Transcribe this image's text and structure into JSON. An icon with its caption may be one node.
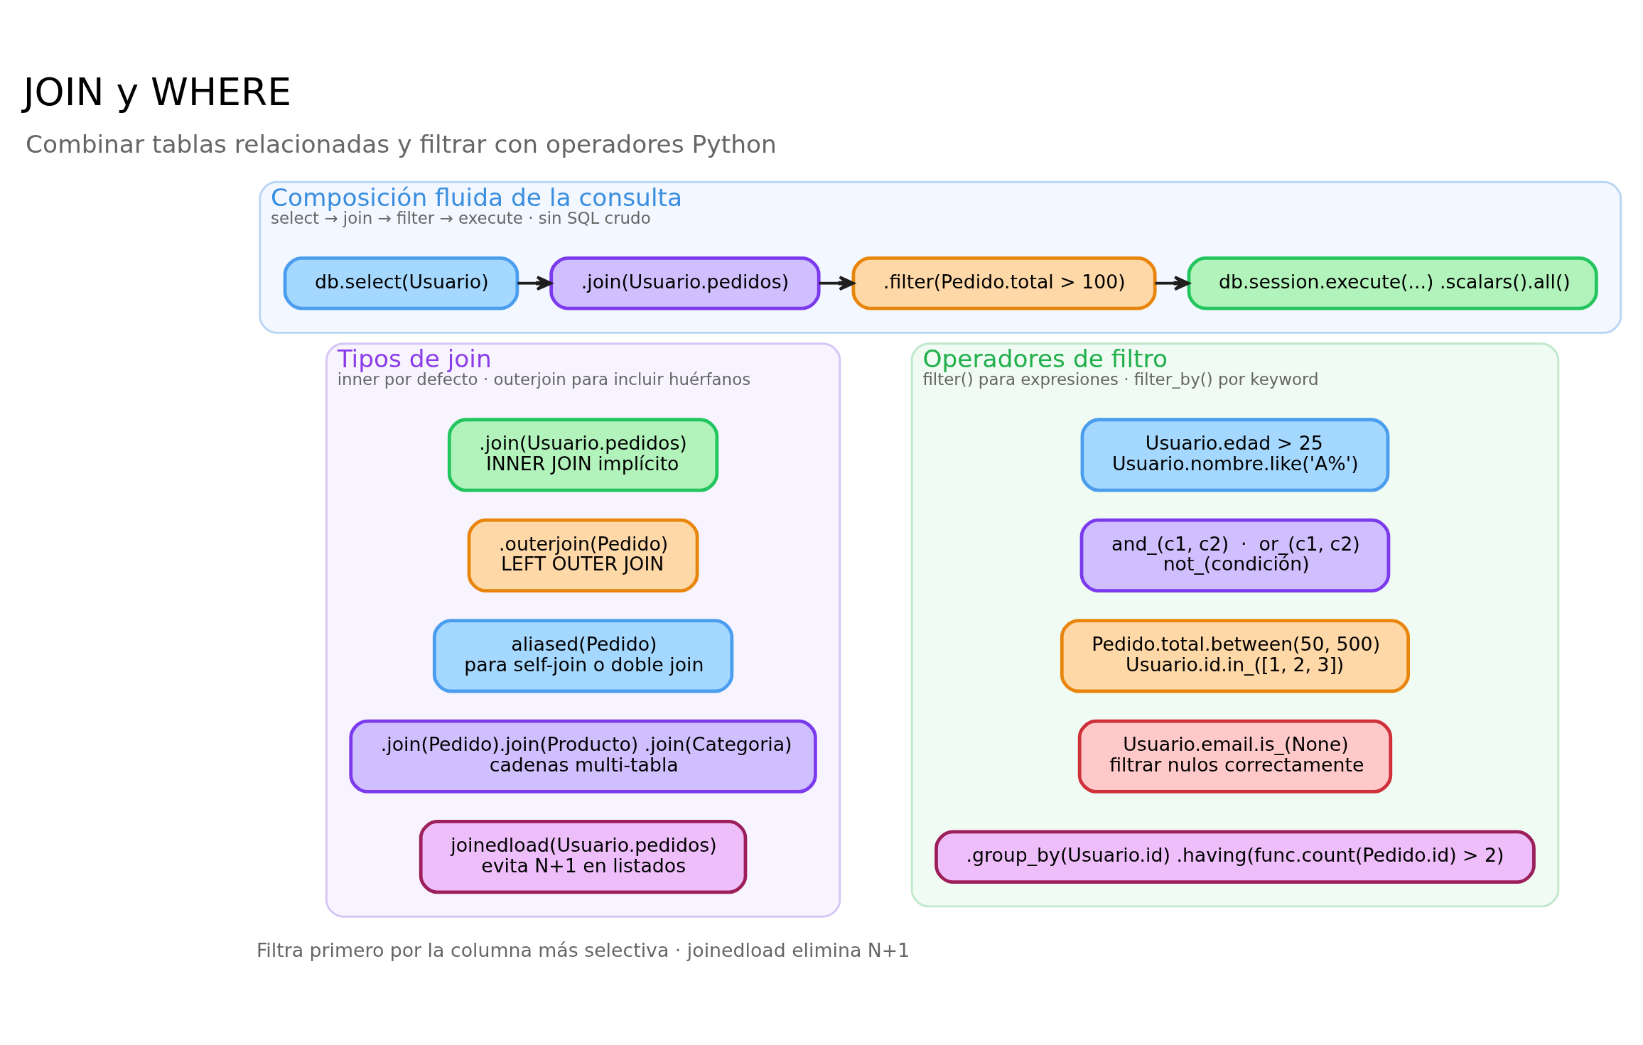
{
  "diagram": {
    "title": "JOIN y WHERE",
    "caption": "Filtra primero por la columna más selectiva · joinedload elimina N+1",
    "nodes": [
      {
        "text": [
          "Composición fluida de la consulta",
          "select → join → filter → execute · sin SQL crudo"
        ]
      },
      {
        "text": [
          "db.select(Usuario)"
        ],
        "in": 0
      },
      {
        "text": [
          ".join(Usuario.pedidos)"
        ],
        "in": 0
      },
      {
        "text": [
          ".filter(Pedido.total > 100)"
        ],
        "in": 0
      },
      {
        "text": [
          "db.session.execute(...) .scalars().all()"
        ],
        "in": 0
      },
      {
        "text": [
          "Tipos de join",
          "inner por defecto · outerjoin para incluir huérfanos"
        ]
      },
      {
        "text": [
          ".join(Usuario.pedidos)",
          "INNER JOIN implícito"
        ],
        "in": 5
      },
      {
        "text": [
          ".outerjoin(Pedido)",
          "LEFT OUTER JOIN"
        ],
        "in": 5
      },
      {
        "text": [
          "aliased(Pedido)",
          "para self-join o doble join"
        ],
        "in": 5
      },
      {
        "text": [
          ".join(Pedido).join(Producto) .join(Categoria)",
          "cadenas multi-tabla"
        ],
        "in": 5
      },
      {
        "text": [
          "joinedload(Usuario.pedidos)",
          "evita N+1 en listados"
        ],
        "in": 5
      },
      {
        "text": [
          "Operadores de filtro",
          "filter() para expresiones · filter_by() por keyword"
        ]
      },
      {
        "text": [
          "Usuario.edad > 25",
          "Usuario.nombre.like('A%')"
        ],
        "in": 11
      },
      {
        "text": [
          "and_(c1, c2)  ·  or_(c1, c2)",
          "not_(condición)"
        ],
        "in": 11
      },
      {
        "text": [
          "Pedido.total.between(50, 500)",
          "Usuario.id.in_([1, 2, 3])"
        ],
        "in": 11
      },
      {
        "text": [
          "Usuario.email.is_(None)",
          "filtrar nulos correctamente"
        ],
        "in": 11
      },
      {
        "text": [
          ".group_by(Usuario.id) .having(func.count(Pedido.id) > 2)"
        ],
        "in": 11
      }
    ],
    "edges": [
      {
        "from": 1,
        "to": 2,
        "arrow": "to"
      },
      {
        "from": 2,
        "to": 3,
        "arrow": "to"
      },
      {
        "from": 3,
        "to": 4,
        "arrow": "to"
      }
    ],
    "labels": [
      "Combinar tablas relacionadas y filtrar con operadores Python"
    ]
  }
}
